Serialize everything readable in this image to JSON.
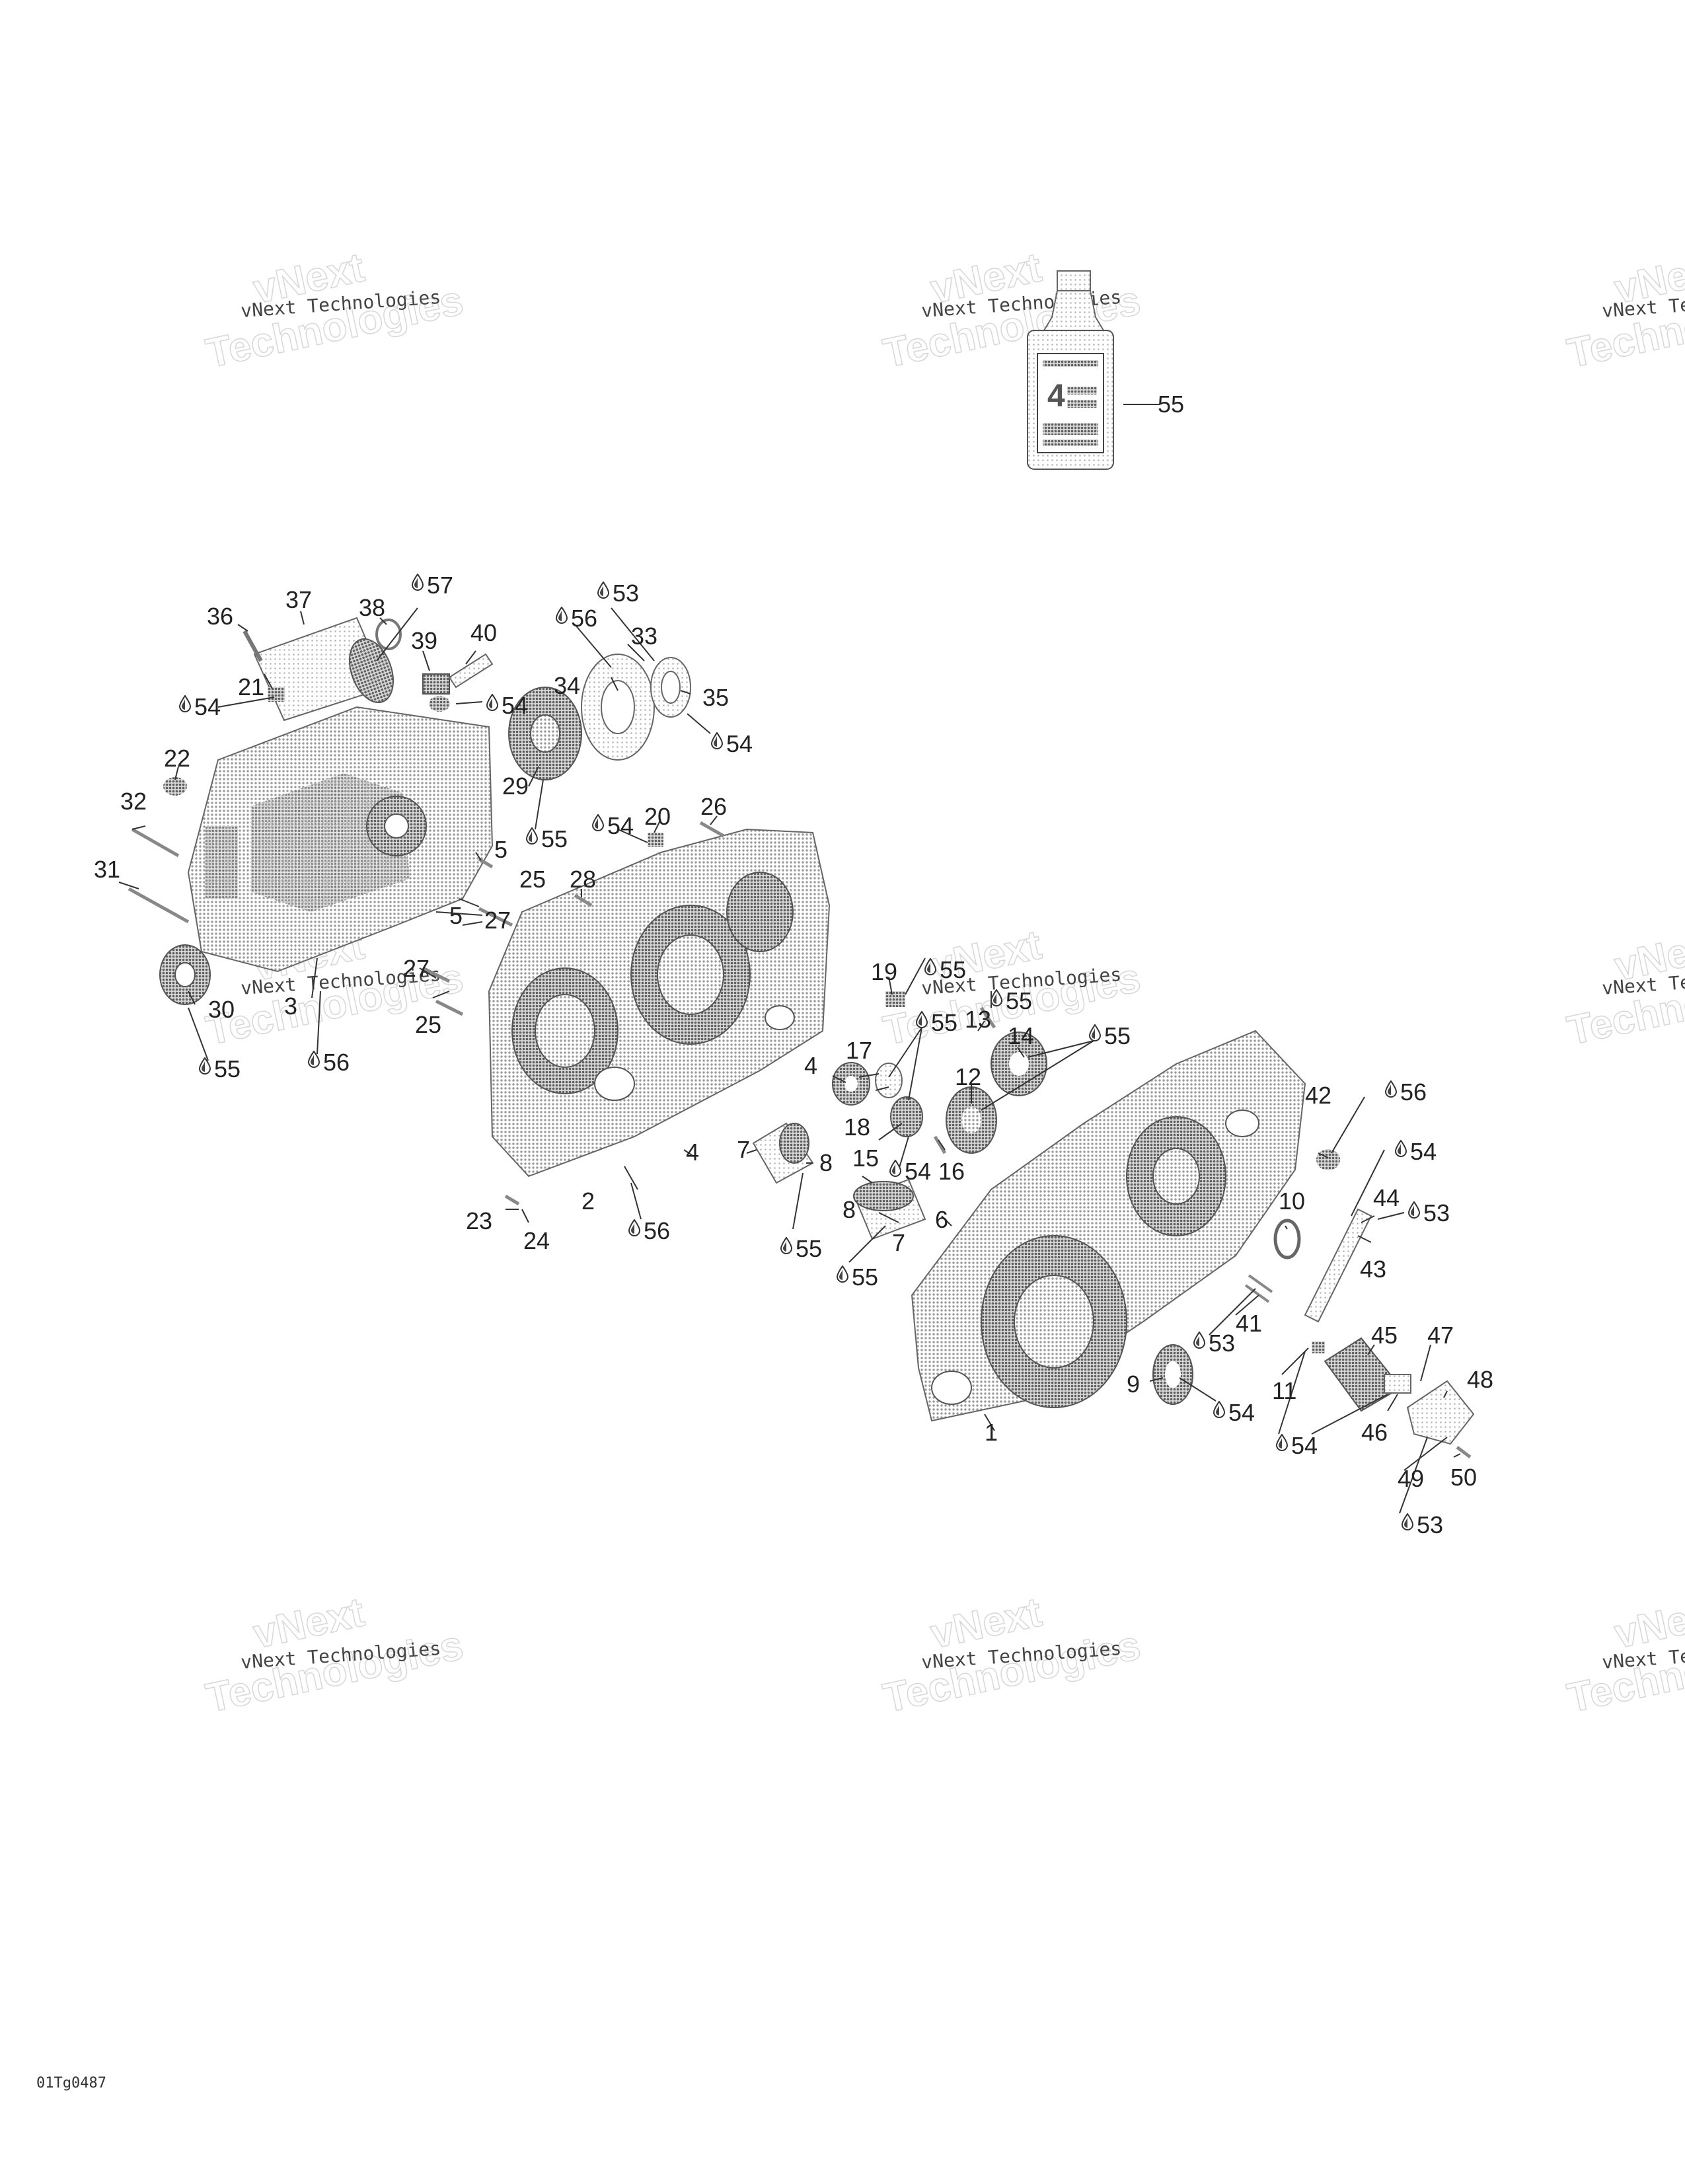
{
  "figure_code": "01Tg0487",
  "watermark": {
    "line1": "vNext",
    "line2": "vNext Technologies",
    "line3": "Technologies"
  },
  "callouts": {
    "c1": "1",
    "c2": "2",
    "c3": "3",
    "c4a": "4",
    "c4b": "4",
    "c5a": "5",
    "c5b": "5",
    "c6": "6",
    "c7a": "7",
    "c7b": "7",
    "c8a": "8",
    "c8b": "8",
    "c9": "9",
    "c10": "10",
    "c11": "11",
    "c12": "12",
    "c13": "13",
    "c14": "14",
    "c15": "15",
    "c16": "16",
    "c17": "17",
    "c18": "18",
    "c19": "19",
    "c20": "20",
    "c21": "21",
    "c22": "22",
    "c23": "23",
    "c24": "24",
    "c25a": "25",
    "c25b": "25",
    "c26": "26",
    "c27a": "27",
    "c27b": "27",
    "c28": "28",
    "c29": "29",
    "c30": "30",
    "c31": "31",
    "c32": "32",
    "c33": "33",
    "c34": "34",
    "c35": "35",
    "c36": "36",
    "c37": "37",
    "c38": "38",
    "c39": "39",
    "c40": "40",
    "c41": "41",
    "c42": "42",
    "c43": "43",
    "c44": "44",
    "c45": "45",
    "c46": "46",
    "c47": "47",
    "c48": "48",
    "c49": "49",
    "c50": "50",
    "c55bottle": "55"
  },
  "lubricants": {
    "l1": "57",
    "l2": "53",
    "l3": "56",
    "l4": "54",
    "l5": "54",
    "l6": "54",
    "l7": "55",
    "l8": "54",
    "l9": "55",
    "l10": "56",
    "l11": "55",
    "l12": "55",
    "l13": "55",
    "l14": "54",
    "l15": "56",
    "l16": "55",
    "l17": "55",
    "l18": "56",
    "l19": "54",
    "l20": "53",
    "l21": "53",
    "l22": "54",
    "l23": "54",
    "l24": "53",
    "l25": "55",
    "l26": "53"
  }
}
